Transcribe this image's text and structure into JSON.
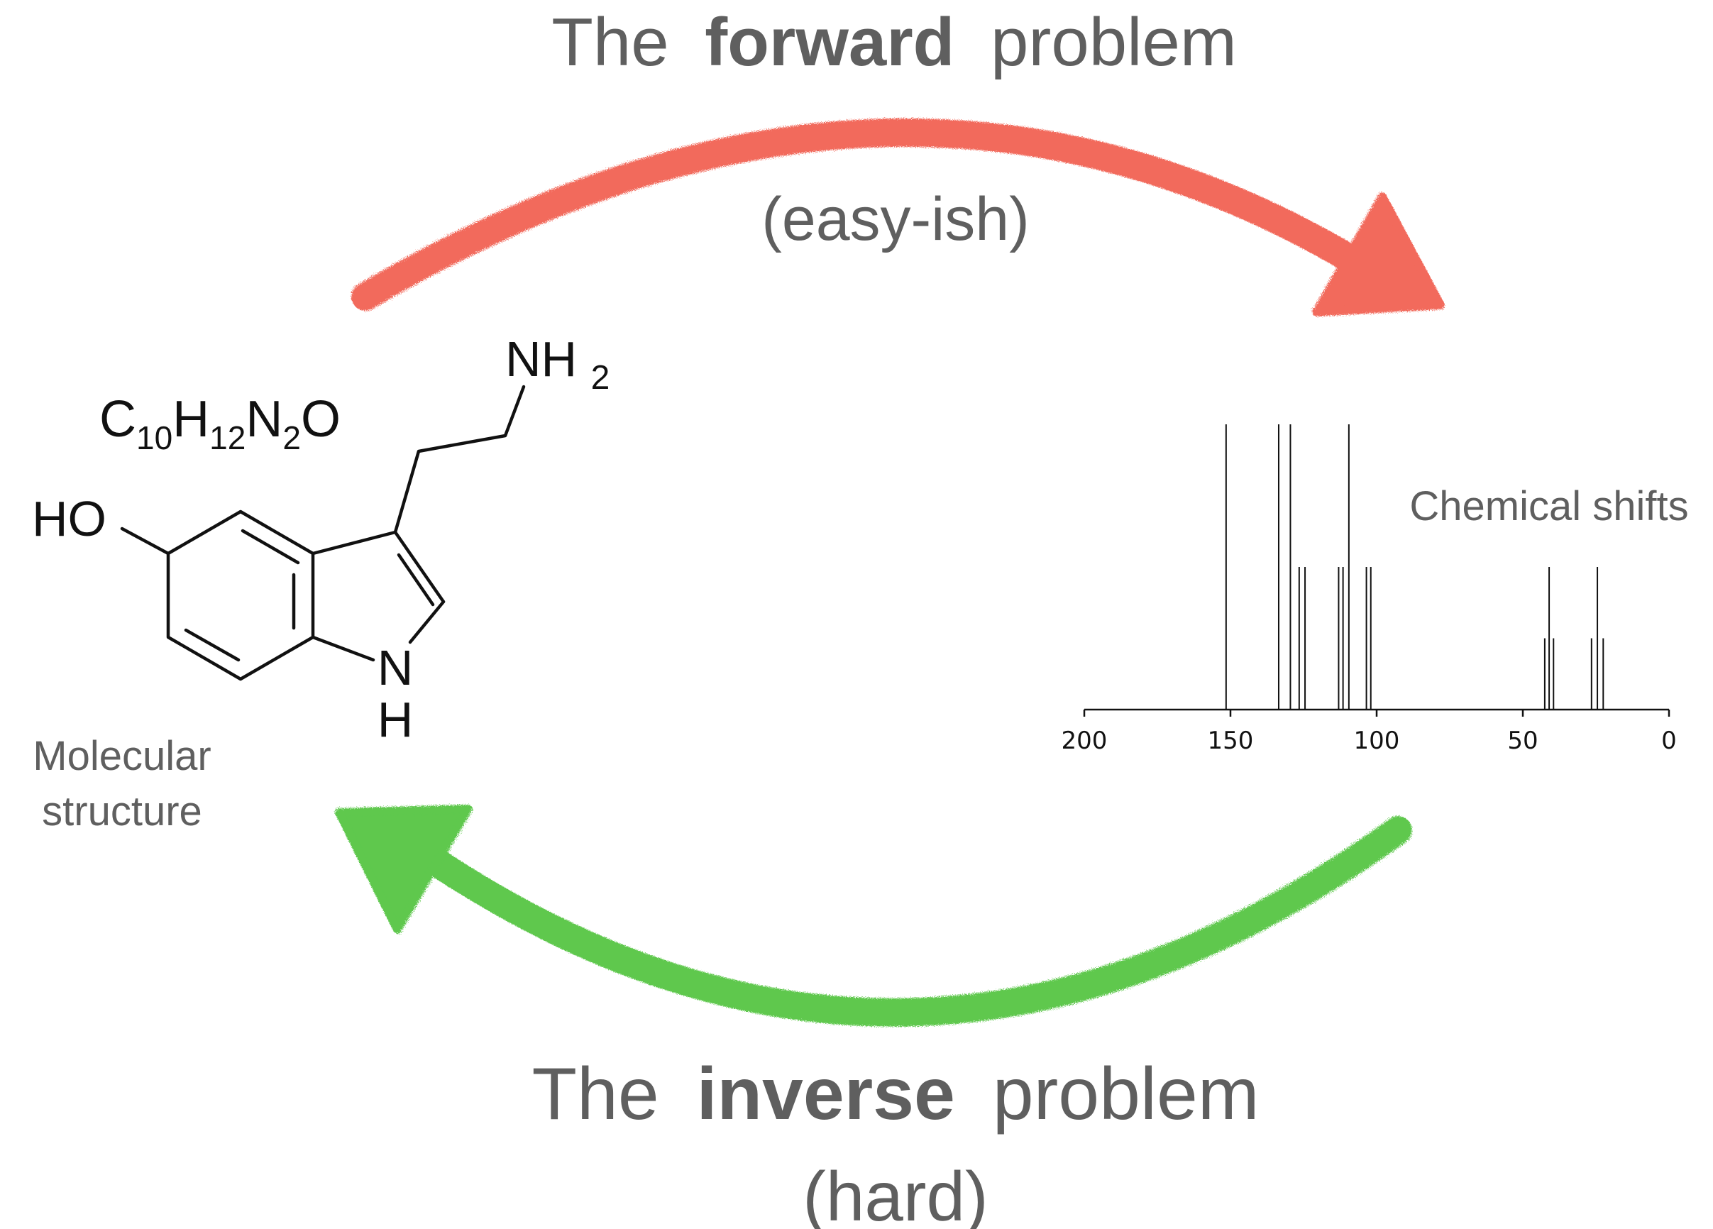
{
  "forward": {
    "prefix": "The",
    "bold": "forward",
    "suffix": "problem",
    "note": "(easy-ish)",
    "color": "#f26a5b"
  },
  "inverse": {
    "prefix": "The",
    "bold": "inverse",
    "suffix": "problem",
    "note": "(hard)",
    "color": "#5ec84e"
  },
  "text_color": "#5f5f5f",
  "molecule": {
    "formula": {
      "parts": [
        {
          "t": "C"
        },
        {
          "t": "10",
          "sub": true
        },
        {
          "t": "H"
        },
        {
          "t": "12",
          "sub": true
        },
        {
          "t": "N"
        },
        {
          "t": "2",
          "sub": true
        },
        {
          "t": "O"
        }
      ]
    },
    "group_oh": "HO",
    "group_nh2_main": "NH",
    "group_nh2_sub": "2",
    "ring_n": "N",
    "ring_h": "H",
    "caption_line1": "Molecular",
    "caption_line2": "structure"
  },
  "spectrum_label": "Chemical shifts",
  "chart_data": {
    "type": "bar",
    "xlim": [
      200,
      0
    ],
    "x_ticks": [
      200,
      150,
      100,
      50,
      0
    ],
    "x_tick_labels": [
      "200",
      "150",
      "100",
      "50",
      "0"
    ],
    "peaks": [
      {
        "x": 151.5,
        "h": 1.0
      },
      {
        "x": 133.5,
        "h": 1.0
      },
      {
        "x": 129.5,
        "h": 1.0
      },
      {
        "x": 109.5,
        "h": 1.0
      },
      {
        "x": 126.5,
        "h": 0.5
      },
      {
        "x": 124.5,
        "h": 0.5
      },
      {
        "x": 113.0,
        "h": 0.5
      },
      {
        "x": 111.5,
        "h": 0.5
      },
      {
        "x": 103.5,
        "h": 0.5
      },
      {
        "x": 102.0,
        "h": 0.5
      },
      {
        "x": 41.0,
        "h": 0.5
      },
      {
        "x": 24.5,
        "h": 0.5
      },
      {
        "x": 42.5,
        "h": 0.25
      },
      {
        "x": 39.5,
        "h": 0.25
      },
      {
        "x": 26.5,
        "h": 0.25
      },
      {
        "x": 22.5,
        "h": 0.25
      }
    ]
  }
}
